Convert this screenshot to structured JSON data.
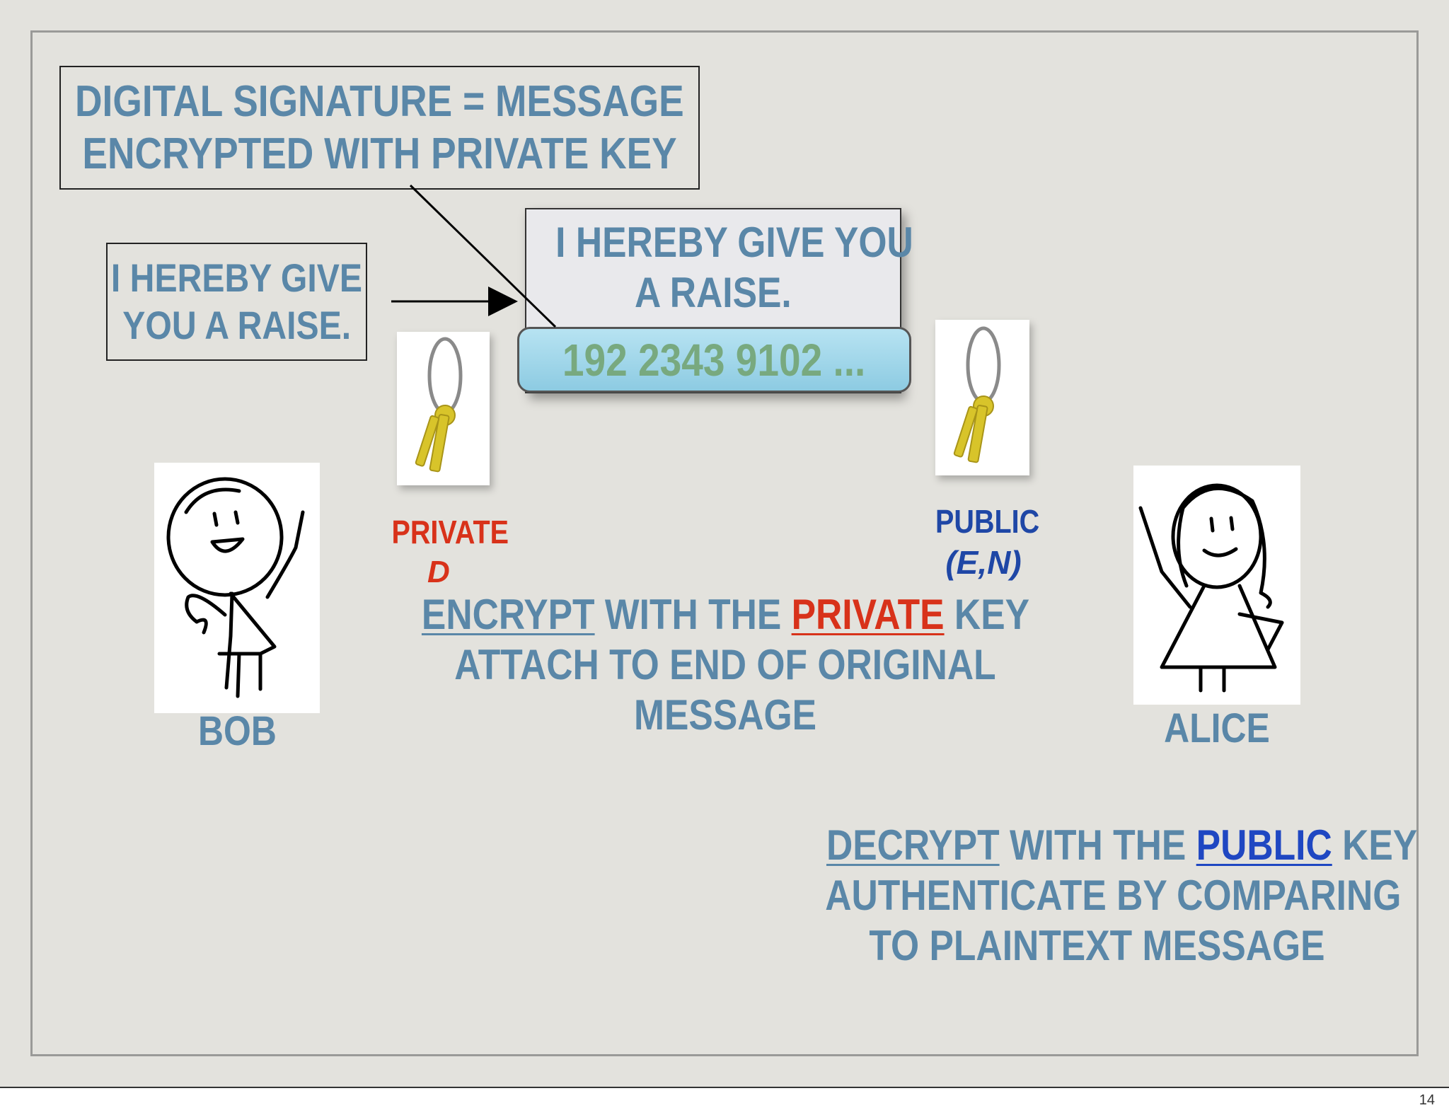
{
  "title_box": {
    "lines": [
      "DIGITAL SIGNATURE = MESSAGE",
      "ENCRYPTED WITH PRIVATE KEY"
    ]
  },
  "plain_message": {
    "lines": [
      "I HEREBY GIVE",
      "YOU A RAISE."
    ]
  },
  "signed_message": {
    "lines": [
      "I HEREBY GIVE YOU",
      "A RAISE."
    ],
    "signature": "192  2343  9102 ..."
  },
  "private_key": {
    "label": "PRIVATE",
    "symbol": "D",
    "icon": "key-ring-icon",
    "color": "#d8321a"
  },
  "public_key": {
    "label": "PUBLIC",
    "symbol": "(E,N)",
    "icon": "key-ring-icon",
    "color": "#1f47a6"
  },
  "bob": {
    "name": "BOB",
    "icon": "stick-figure-bob-icon"
  },
  "alice": {
    "name": "ALICE",
    "icon": "stick-figure-alice-icon"
  },
  "encrypt_step": {
    "w1": "ENCRYPT",
    "w2": " WITH THE ",
    "w3": "PRIVATE",
    "w4": " KEY",
    "line2": "ATTACH TO END OF ORIGINAL",
    "line3": "MESSAGE"
  },
  "decrypt_step": {
    "w1": "DECRYPT",
    "w2": " WITH THE ",
    "w3": "PUBLIC",
    "w4": " KEY",
    "line2": "AUTHENTICATE BY COMPARING",
    "line3": "TO PLAINTEXT MESSAGE"
  },
  "page_number": "14",
  "colors": {
    "text": "#5a87a8",
    "background": "#e3e2dd",
    "private": "#d8321a",
    "public": "#1f47c2",
    "signature_fill": "#a6d9ec"
  }
}
